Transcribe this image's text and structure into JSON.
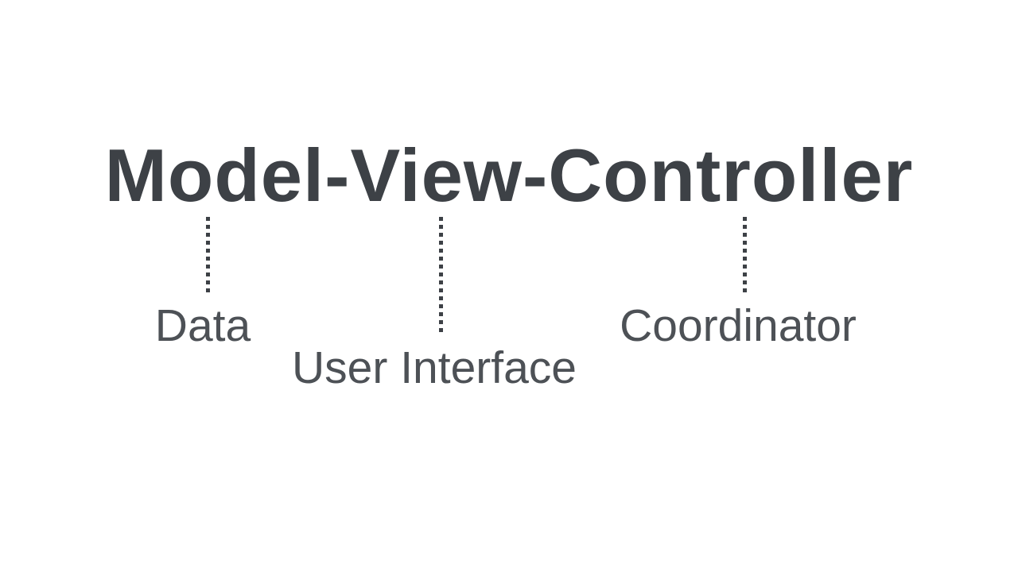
{
  "title": {
    "text": "Model-View-Controller"
  },
  "annotations": [
    {
      "term": "Model",
      "label": "Data"
    },
    {
      "term": "View",
      "label": "User Interface"
    },
    {
      "term": "Controller",
      "label": "Coordinator"
    }
  ],
  "connector_style": "vertical-dotted-line",
  "colors": {
    "background": "#ffffff",
    "title": "#3d4146",
    "label": "#4d5156",
    "connector": "#3d4146"
  }
}
